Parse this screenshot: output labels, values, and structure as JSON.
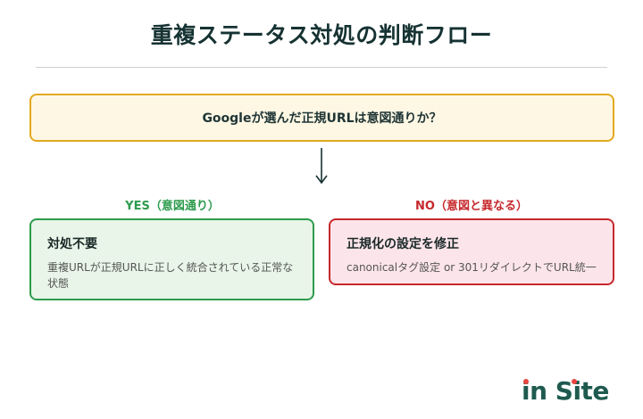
{
  "title": "重複ステータス対処の判断フロー",
  "question": "Googleが選んだ正規URLは意図通りか？",
  "branches": {
    "yes": {
      "label": "YES（意図通り）",
      "title": "対処不要",
      "description": "重複URLが正規URLに正しく統合されている正常な状態",
      "color": "#2e9b4e"
    },
    "no": {
      "label": "NO（意図と異なる）",
      "title": "正規化の設定を修正",
      "description": "canonicalタグ設定 or 301リダイレクトでURL統一",
      "color": "#c6282c"
    }
  },
  "logo": {
    "part1": "in",
    "part2": "Site"
  }
}
